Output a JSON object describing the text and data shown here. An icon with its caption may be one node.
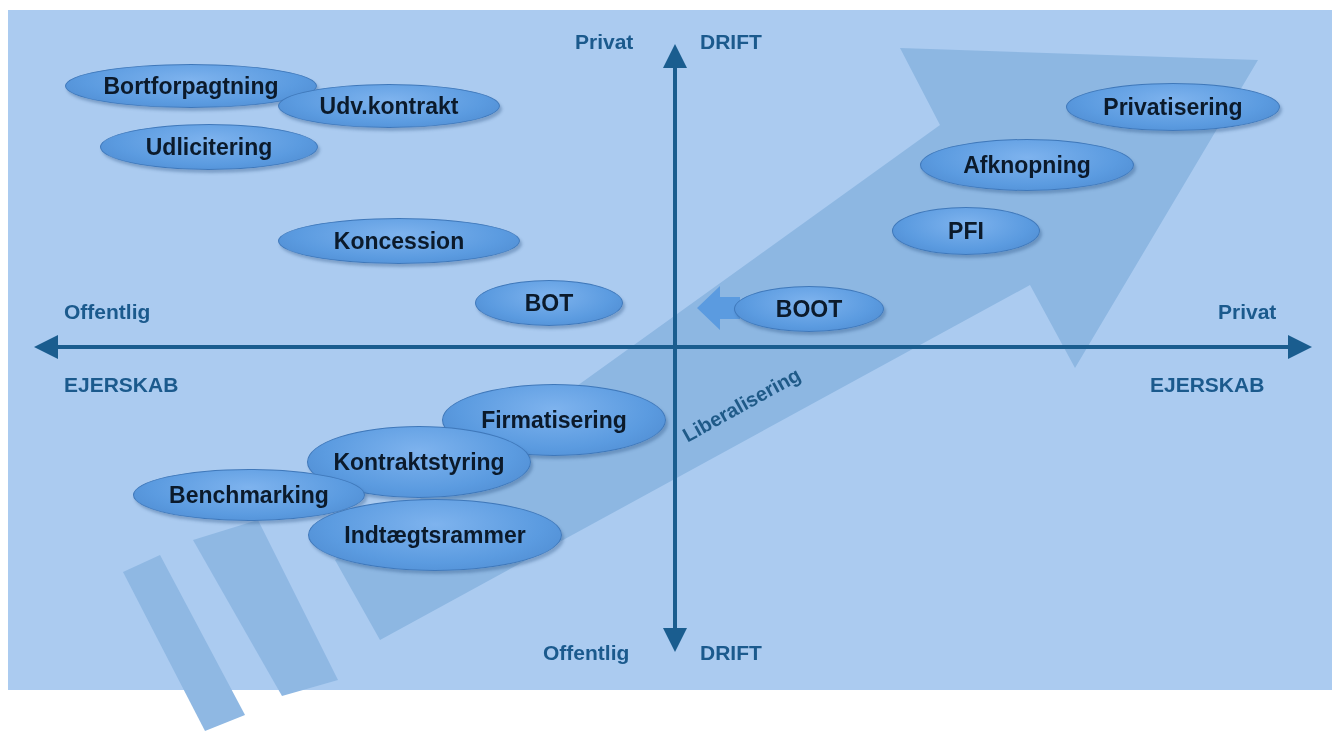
{
  "diagram": {
    "nodes": [
      {
        "text": [
          "Bortforpagtning"
        ]
      },
      {
        "text": [
          "Udv.kontrakt"
        ]
      },
      {
        "text": [
          "Privatisering"
        ]
      },
      {
        "text": [
          "Udlicitering"
        ]
      },
      {
        "text": [
          "Afknopning"
        ]
      },
      {
        "text": [
          "PFI"
        ]
      },
      {
        "text": [
          "Koncession"
        ]
      },
      {
        "text": [
          "BOT"
        ]
      },
      {
        "text": [
          "BOOT"
        ]
      },
      {
        "text": [
          "Firmatisering"
        ]
      },
      {
        "text": [
          "Kontraktstyring"
        ]
      },
      {
        "text": [
          "Benchmarking"
        ]
      },
      {
        "text": [
          "Indtægtsrammer"
        ]
      }
    ],
    "labels": [
      "Privat",
      "DRIFT",
      "Offentlig",
      "Privat",
      "EJERSKAB",
      "EJERSKAB",
      "Liberalisering",
      "Offentlig",
      "DRIFT"
    ]
  }
}
